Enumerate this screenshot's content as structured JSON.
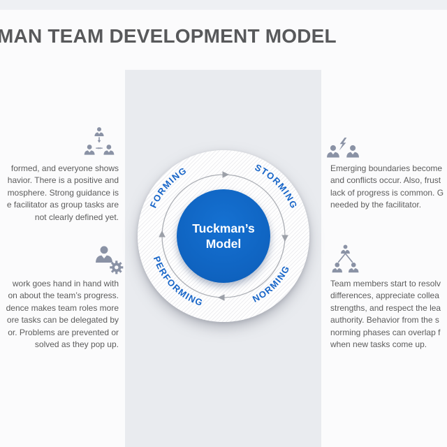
{
  "title": "MAN TEAM DEVELOPMENT MODEL",
  "colors": {
    "accent_blue": "#1168c4",
    "stage_label_blue": "#1765c8",
    "ring_gray": "#abaeb4",
    "icon_gray": "#8a92a5",
    "text_gray": "#5c5c5c",
    "column_bg": "#e9ebef"
  },
  "diagram": {
    "center_line1": "Tuckman’s",
    "center_line2": "Model",
    "labels": {
      "forming": "FORMING",
      "storming": "STORMING",
      "norming": "NORMING",
      "performing": "PERFORMING"
    }
  },
  "blocks": {
    "forming": {
      "icon": "org-hierarchy-icon",
      "lines": [
        "formed, and everyone shows",
        "havior. There is a positive and",
        "mosphere. Strong guidance is",
        "e facilitator as group tasks are",
        "not clearly defined yet."
      ]
    },
    "storming": {
      "icon": "conflict-icon",
      "lines": [
        "Emerging boundaries become",
        "and conflicts occur. Also, frust",
        "lack of progress is common. G",
        "needed by the facilitator."
      ]
    },
    "performing": {
      "icon": "person-gear-icon",
      "lines": [
        "work goes hand in hand with",
        "on about the team’s progress.",
        "dence makes team roles more",
        "ore tasks can be delegated by",
        "or. Problems are prevented or",
        "solved as they pop up."
      ]
    },
    "norming": {
      "icon": "team-network-icon",
      "lines": [
        "Team members start to resolv",
        "differences, appreciate collea",
        "strengths, and respect the lea",
        "authority. Behavior from the s",
        "norming phases can overlap f",
        "when new tasks come up."
      ]
    }
  }
}
